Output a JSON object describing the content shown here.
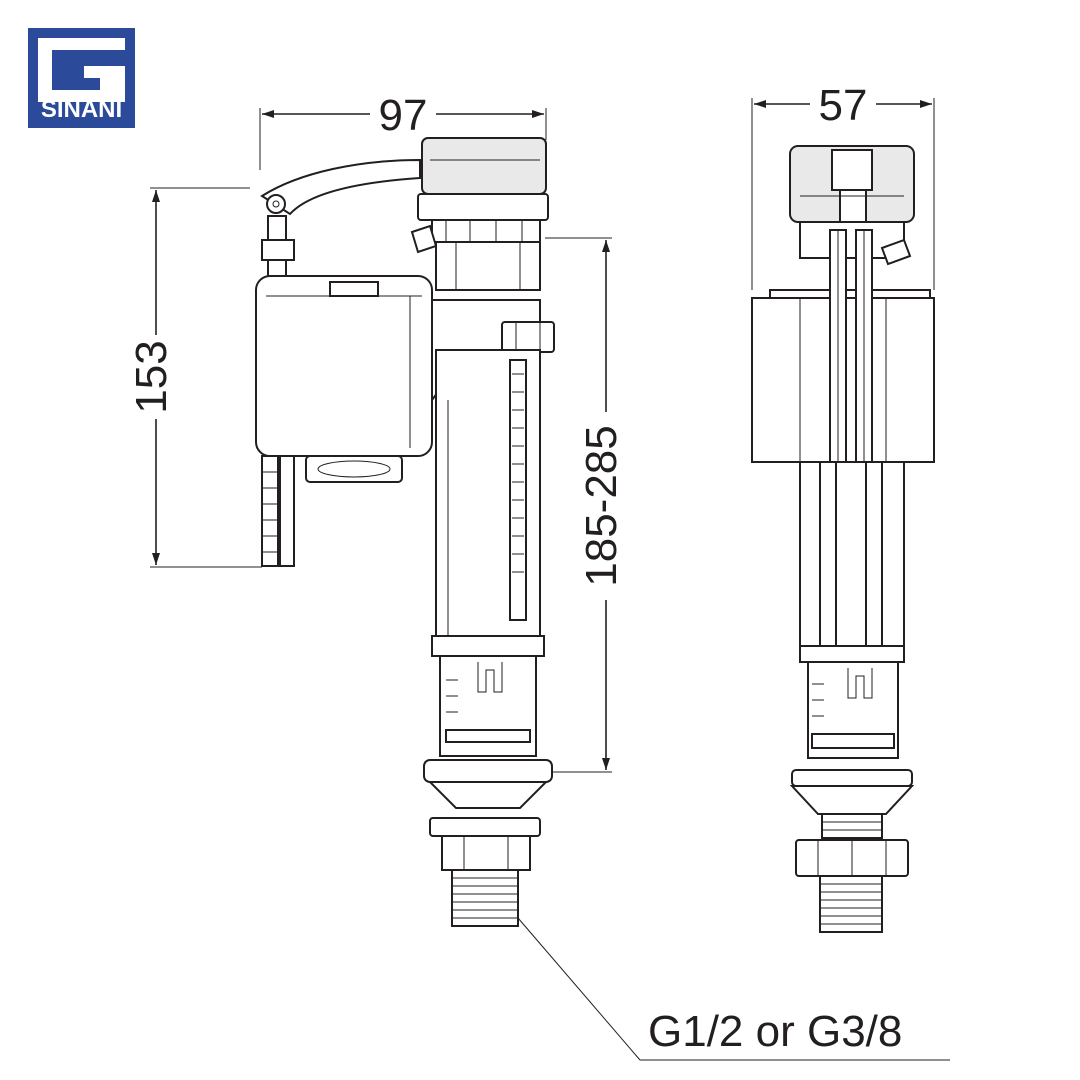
{
  "brand": {
    "name": "SINANI",
    "color": "#2b4a9a"
  },
  "dimensions": {
    "side_width": "97",
    "front_width": "57",
    "float_height": "153",
    "adjustable_height": "185-285"
  },
  "thread_callout": "G1/2 or G3/8",
  "colors": {
    "line": "#231f20",
    "background": "#ffffff"
  }
}
